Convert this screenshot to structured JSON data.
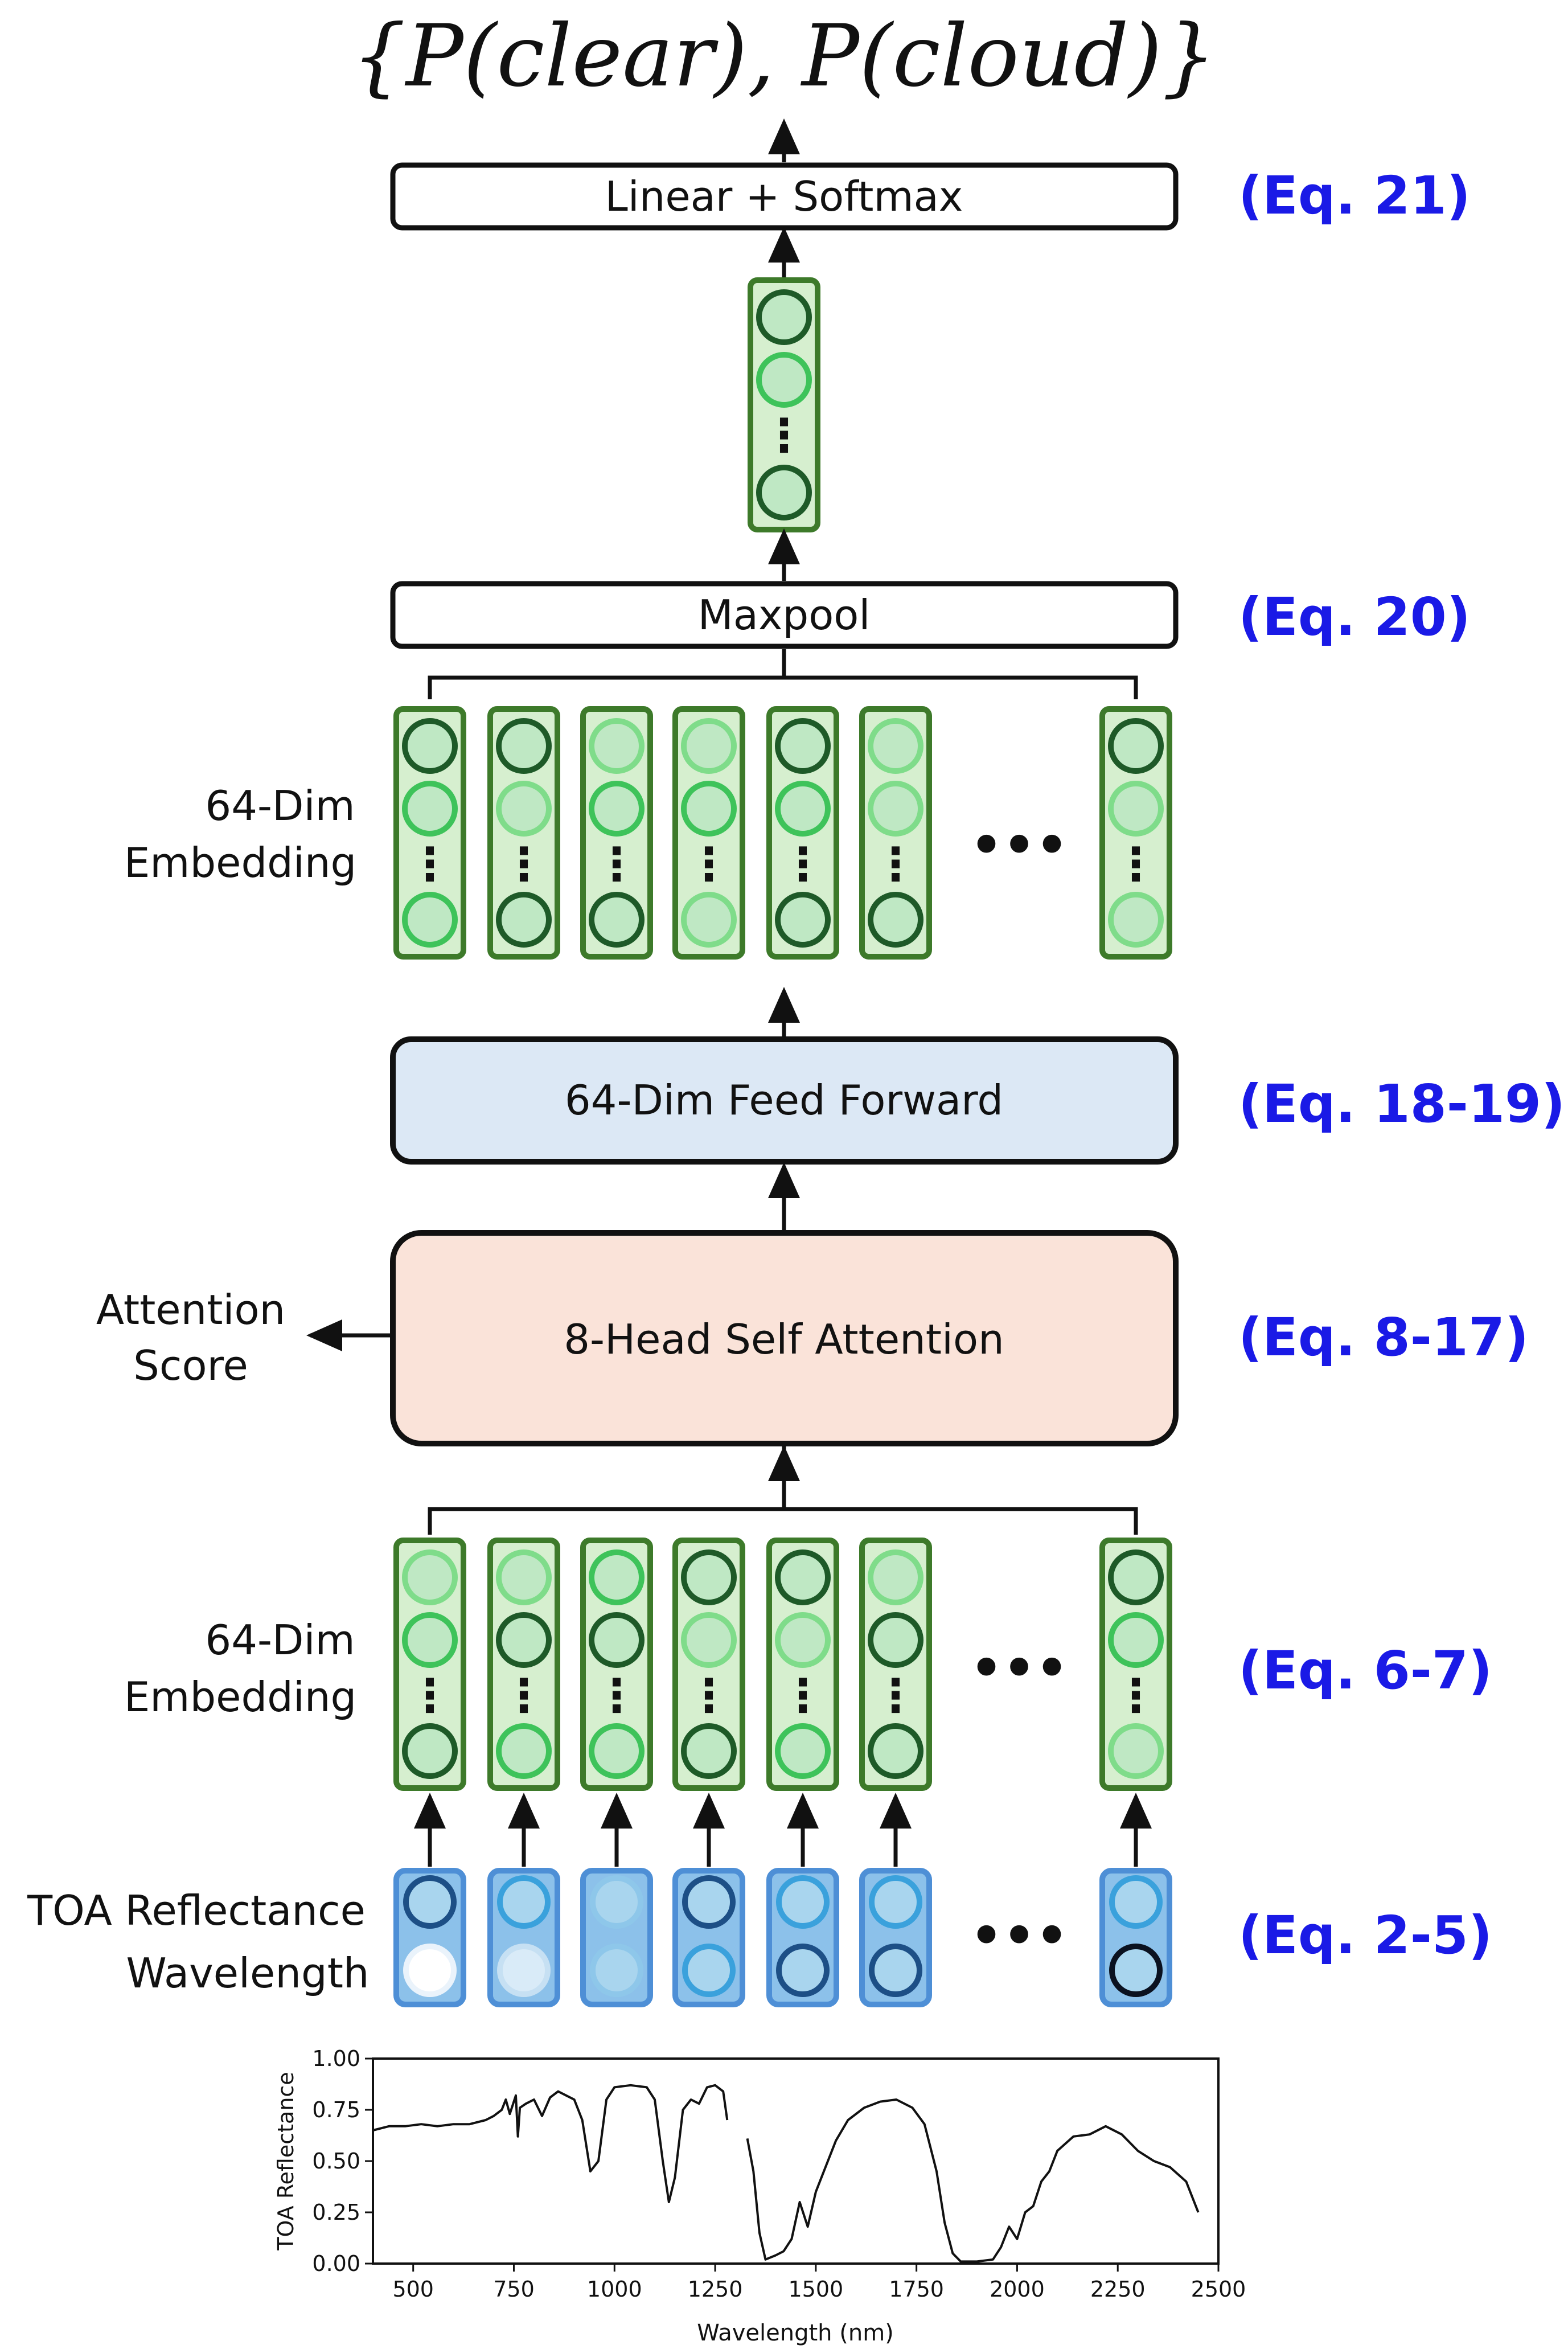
{
  "output_label": "{P(clear), P(cloud)}",
  "blocks": {
    "linear_softmax": "Linear + Softmax",
    "maxpool": "Maxpool",
    "feed_forward": "64-Dim Feed Forward",
    "self_attention": "8-Head Self Attention"
  },
  "side_labels": {
    "embedding_top_line1": "64-Dim",
    "embedding_top_line2": "Embedding",
    "attention_score_line1": "Attention",
    "attention_score_line2": "Score",
    "embedding_bottom_line1": "64-Dim",
    "embedding_bottom_line2": "Embedding",
    "toa_reflectance": "TOA Reflectance",
    "wavelength": "Wavelength"
  },
  "equations": {
    "eq21": "(Eq. 21)",
    "eq20": "(Eq. 20)",
    "eq18_19": "(Eq. 18-19)",
    "eq8_17": "(Eq. 8-17)",
    "eq6_7": "(Eq. 6-7)",
    "eq2_5": "(Eq. 2-5)"
  },
  "ellipsis": "•••",
  "vertical_dots": "⋮",
  "colors": {
    "embed_fill": "#d6efcf",
    "embed_border": "#3d7a2a",
    "node_dark": "#1e5a28",
    "node_mid": "#3ec35a",
    "node_light": "#7fdc8a",
    "input_fill": "#8cc1ea",
    "input_border": "#4e8fd6",
    "feed_forward_fill": "#dce8f5",
    "attention_fill": "#fae3d9",
    "equation_text": "#1a1ae6"
  },
  "chart_data": {
    "type": "line",
    "xlabel": "Wavelength (nm)",
    "ylabel": "TOA Reflectance",
    "xlim": [
      400,
      2500
    ],
    "ylim": [
      0,
      1
    ],
    "xticks": [
      500,
      750,
      1000,
      1250,
      1500,
      1750,
      2000,
      2250,
      2500
    ],
    "yticks": [
      "0.00",
      "0.25",
      "0.50",
      "0.75",
      "1.00"
    ],
    "grid": false,
    "series": [
      {
        "segments": [
          [
            [
              400,
              0.65
            ],
            [
              440,
              0.67
            ],
            [
              480,
              0.67
            ],
            [
              520,
              0.68
            ],
            [
              560,
              0.67
            ],
            [
              600,
              0.68
            ],
            [
              640,
              0.68
            ],
            [
              680,
              0.7
            ],
            [
              700,
              0.72
            ],
            [
              720,
              0.75
            ],
            [
              730,
              0.8
            ],
            [
              740,
              0.73
            ],
            [
              755,
              0.82
            ],
            [
              760,
              0.62
            ],
            [
              765,
              0.76
            ],
            [
              780,
              0.78
            ],
            [
              800,
              0.8
            ],
            [
              820,
              0.72
            ],
            [
              840,
              0.81
            ],
            [
              860,
              0.84
            ],
            [
              880,
              0.82
            ],
            [
              900,
              0.8
            ],
            [
              920,
              0.7
            ],
            [
              940,
              0.45
            ],
            [
              960,
              0.5
            ],
            [
              980,
              0.8
            ],
            [
              1000,
              0.86
            ],
            [
              1040,
              0.87
            ],
            [
              1080,
              0.86
            ],
            [
              1100,
              0.8
            ],
            [
              1120,
              0.5
            ],
            [
              1135,
              0.3
            ],
            [
              1150,
              0.42
            ],
            [
              1170,
              0.75
            ],
            [
              1190,
              0.8
            ],
            [
              1210,
              0.78
            ],
            [
              1230,
              0.86
            ],
            [
              1250,
              0.87
            ],
            [
              1270,
              0.84
            ],
            [
              1280,
              0.7
            ]
          ],
          [
            [
              1330,
              0.61
            ],
            [
              1345,
              0.45
            ],
            [
              1360,
              0.15
            ],
            [
              1375,
              0.02
            ],
            [
              1400,
              0.04
            ],
            [
              1420,
              0.06
            ],
            [
              1440,
              0.12
            ],
            [
              1460,
              0.3
            ],
            [
              1480,
              0.18
            ],
            [
              1500,
              0.35
            ],
            [
              1520,
              0.45
            ],
            [
              1550,
              0.6
            ],
            [
              1580,
              0.7
            ],
            [
              1620,
              0.76
            ],
            [
              1660,
              0.79
            ],
            [
              1700,
              0.8
            ],
            [
              1740,
              0.76
            ],
            [
              1770,
              0.68
            ],
            [
              1800,
              0.45
            ],
            [
              1820,
              0.2
            ],
            [
              1840,
              0.05
            ],
            [
              1860,
              0.01
            ],
            [
              1900,
              0.01
            ],
            [
              1940,
              0.02
            ],
            [
              1960,
              0.08
            ],
            [
              1980,
              0.18
            ],
            [
              2000,
              0.12
            ],
            [
              2020,
              0.25
            ],
            [
              2040,
              0.28
            ],
            [
              2060,
              0.4
            ],
            [
              2080,
              0.45
            ],
            [
              2100,
              0.55
            ],
            [
              2140,
              0.62
            ],
            [
              2180,
              0.63
            ],
            [
              2220,
              0.67
            ],
            [
              2260,
              0.63
            ],
            [
              2300,
              0.55
            ],
            [
              2340,
              0.5
            ],
            [
              2380,
              0.47
            ],
            [
              2420,
              0.4
            ],
            [
              2450,
              0.25
            ]
          ]
        ]
      }
    ]
  }
}
